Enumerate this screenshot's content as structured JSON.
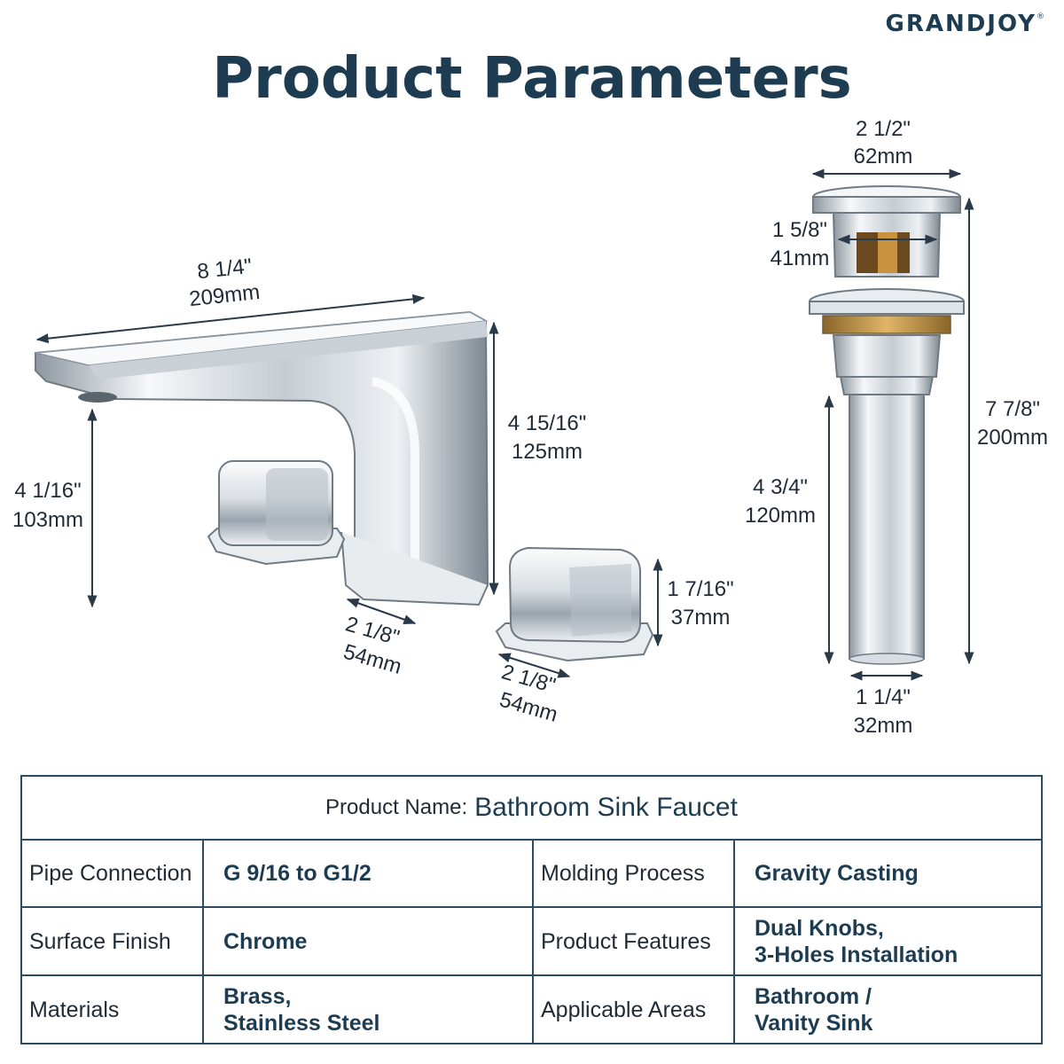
{
  "brand": {
    "name": "GRANDJOY",
    "mark": "®"
  },
  "title": "Product Parameters",
  "dimensions": {
    "spout_length": {
      "imperial": "8 1/4\"",
      "metric": "209mm"
    },
    "spout_height": {
      "imperial": "4 15/16\"",
      "metric": "125mm"
    },
    "spout_outlet_height": {
      "imperial": "4 1/16\"",
      "metric": "103mm"
    },
    "spout_base": {
      "imperial": "2 1/8\"",
      "metric": "54mm"
    },
    "handle_base": {
      "imperial": "2 1/8\"",
      "metric": "54mm"
    },
    "handle_height": {
      "imperial": "1 7/16\"",
      "metric": "37mm"
    },
    "drain_cap_diameter": {
      "imperial": "2 1/2\"",
      "metric": "62mm"
    },
    "drain_inner_diameter": {
      "imperial": "1 5/8\"",
      "metric": "41mm"
    },
    "drain_total_length": {
      "imperial": "7 7/8\"",
      "metric": "200mm"
    },
    "drain_pipe_length": {
      "imperial": "4 3/4\"",
      "metric": "120mm"
    },
    "drain_pipe_diameter": {
      "imperial": "1 1/4\"",
      "metric": "32mm"
    }
  },
  "specs": {
    "product_name_label": "Product Name:",
    "product_name_value": "Bathroom Sink Faucet",
    "rows": [
      {
        "label1": "Pipe Connection",
        "value1": [
          "G 9/16 to G1/2"
        ],
        "label2": "Molding Process",
        "value2": [
          "Gravity Casting"
        ]
      },
      {
        "label1": "Surface Finish",
        "value1": [
          "Chrome"
        ],
        "label2": "Product Features",
        "value2": [
          "Dual Knobs,",
          "3-Holes Installation"
        ]
      },
      {
        "label1": "Materials",
        "value1": [
          "Brass,",
          "Stainless Steel"
        ],
        "label2": "Applicable Areas",
        "value2": [
          "Bathroom /",
          "Vanity Sink"
        ]
      }
    ]
  },
  "colors": {
    "brand": "#1d3c52",
    "border": "#2d4a63",
    "chrome_light": "#f4f6f8",
    "chrome_dark": "#6f7a84",
    "brass": "#b8893f"
  }
}
